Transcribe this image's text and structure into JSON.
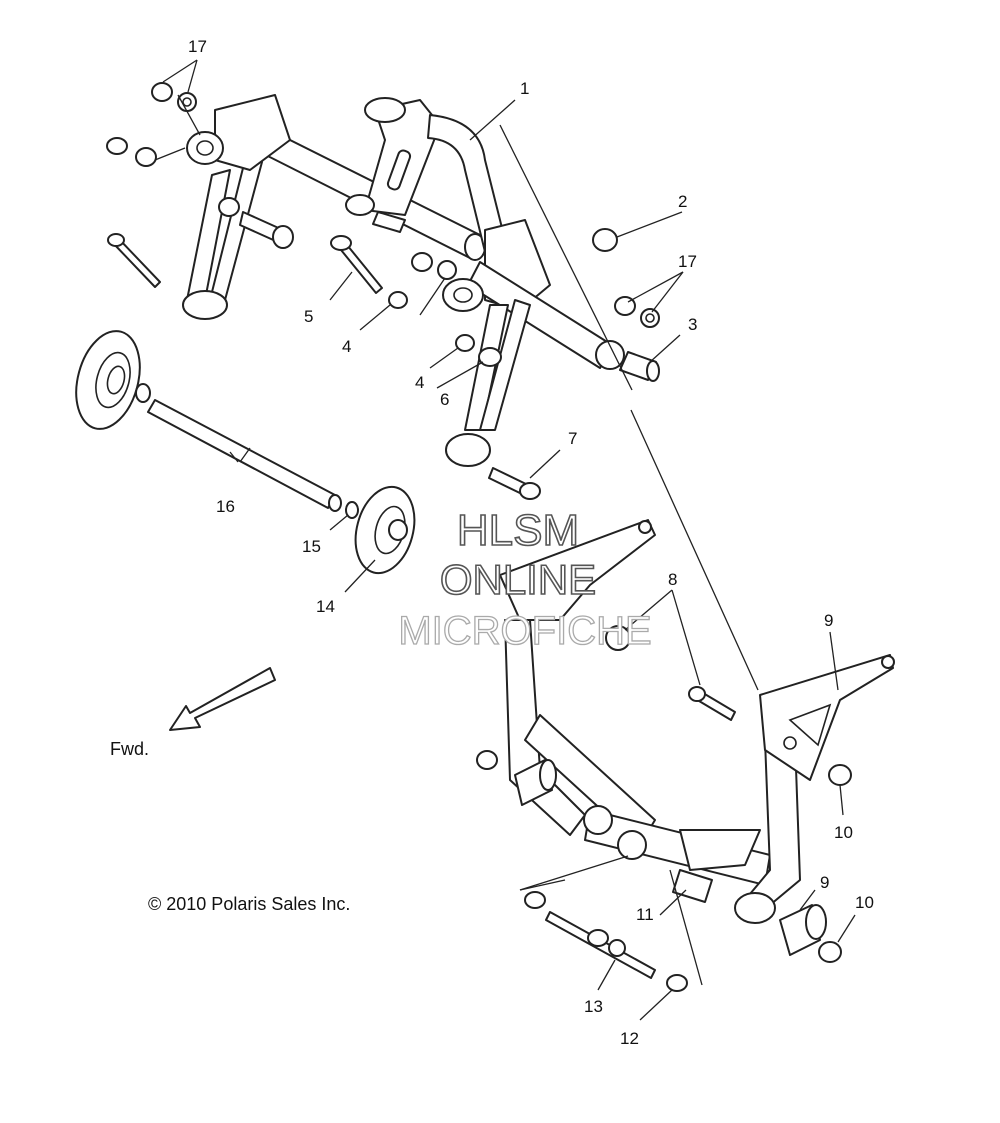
{
  "diagram": {
    "callouts": {
      "c1": "1",
      "c2": "2",
      "c3": "3",
      "c4a": "4",
      "c4b": "4",
      "c5": "5",
      "c6": "6",
      "c7": "7",
      "c8": "8",
      "c9a": "9",
      "c9b": "9",
      "c10a": "10",
      "c10b": "10",
      "c11": "11",
      "c12": "12",
      "c13": "13",
      "c14": "14",
      "c15": "15",
      "c16": "16",
      "c17a": "17",
      "c17b": "17"
    },
    "direction_label": "Fwd.",
    "copyright": "© 2010 Polaris Sales Inc.",
    "watermark": {
      "line1": "HLSM",
      "line2": "ONLINE",
      "line3": "MICROFICHE"
    }
  }
}
